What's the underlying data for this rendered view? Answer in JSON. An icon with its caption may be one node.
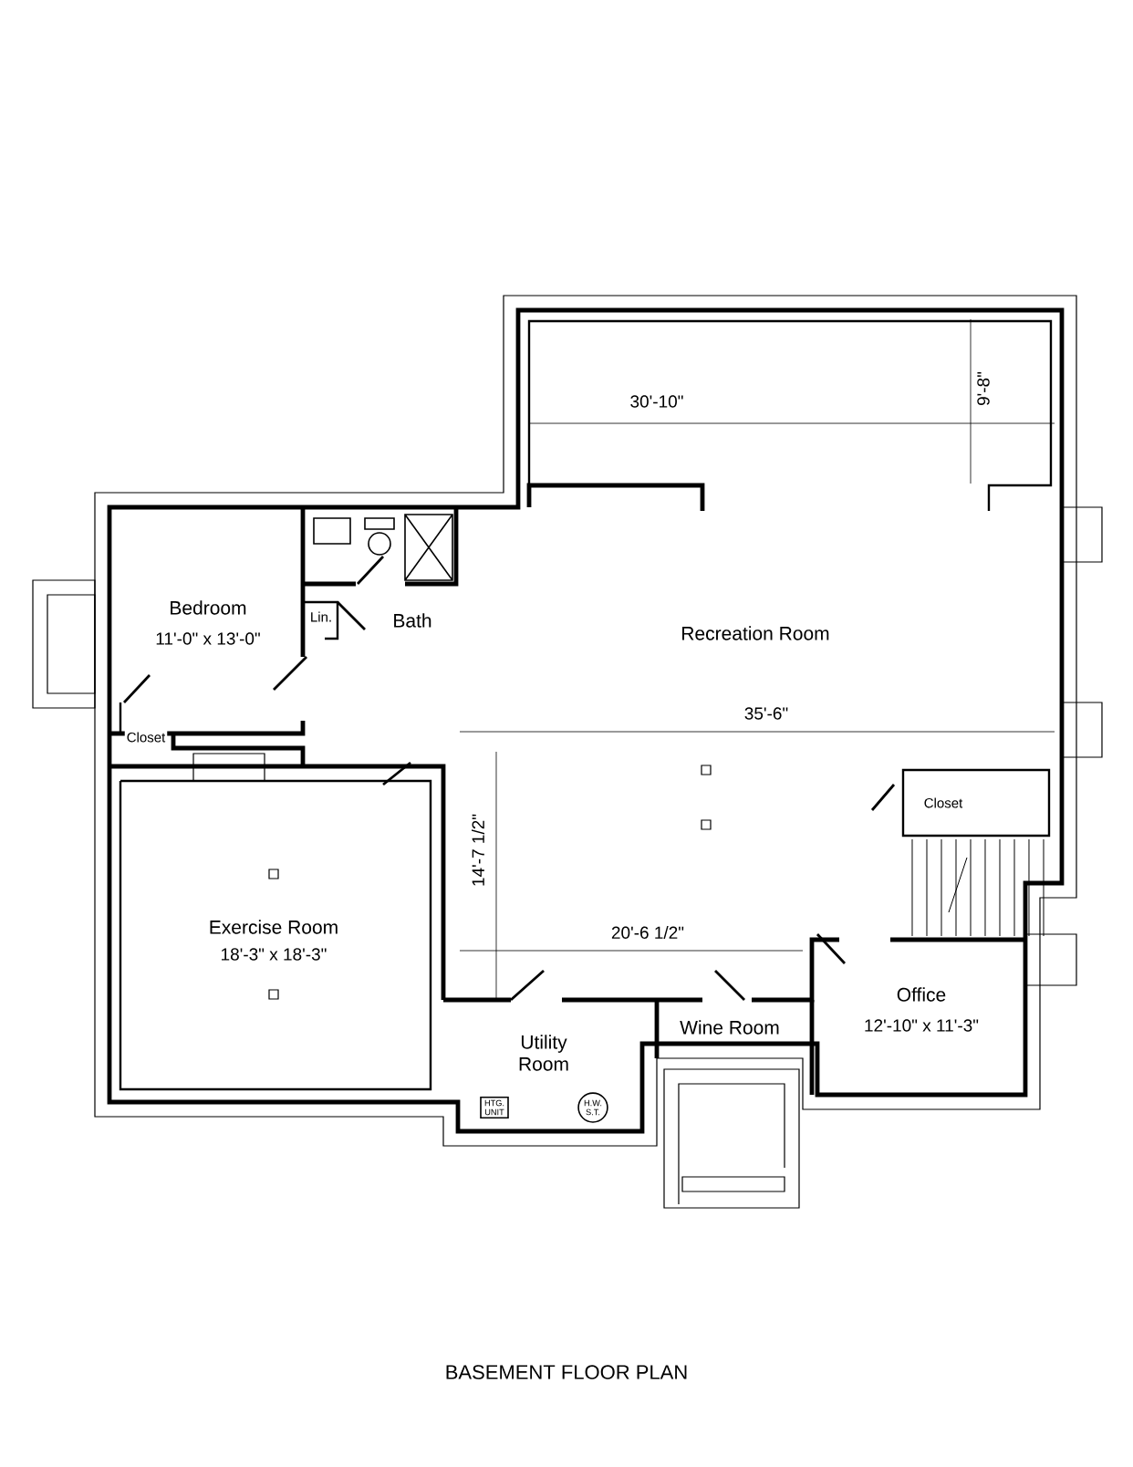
{
  "diagram": {
    "title": "BASEMENT FLOOR PLAN",
    "nodes": [
      {
        "text": [
          "HTG. UNIT"
        ]
      },
      {
        "text": [
          "H.W. S.T."
        ]
      }
    ],
    "labels": [
      "30'-10\"",
      "9'-8\"",
      "Bath",
      "Bedroom",
      "11'-0\" x 13'-0\"",
      "Lin.",
      "Recreation Room",
      "35'-6\"",
      "Closet",
      "Closet",
      "14'-7 1/2\"",
      "Exercise Room",
      "18'-3\" x 18'-3\"",
      "20'-6 1/2\"",
      "Office",
      "12'-10\" x 11'-3\"",
      "Wine Room",
      "Utility Room"
    ]
  }
}
